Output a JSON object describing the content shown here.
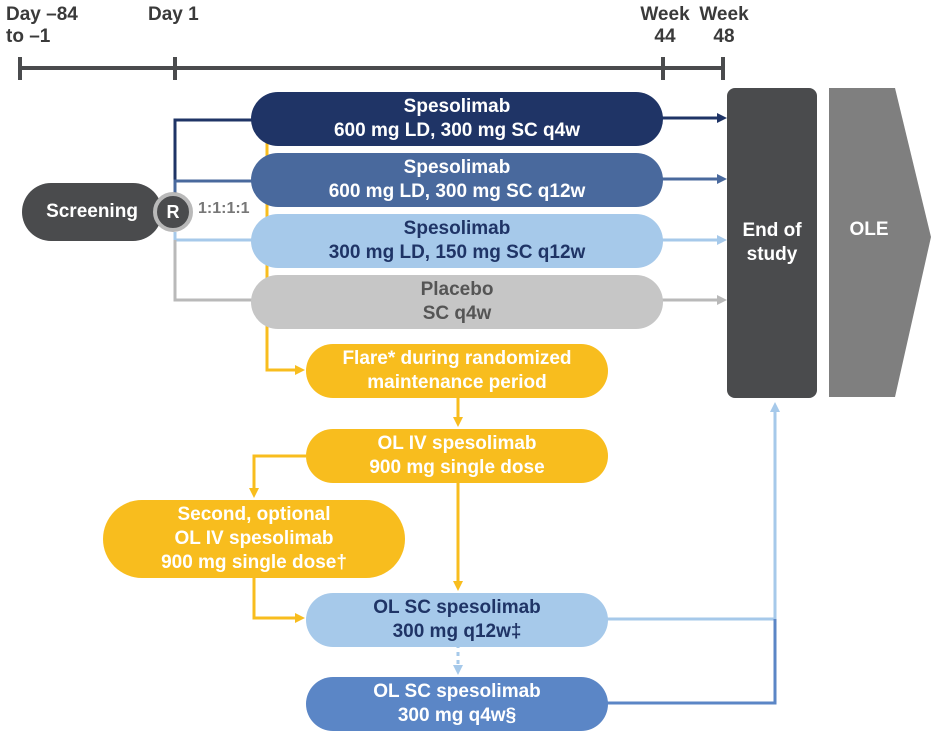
{
  "timeline": {
    "day_minus84": [
      "Day –84",
      "to –1"
    ],
    "day1": [
      "Day 1"
    ],
    "week44": [
      "Week",
      "44"
    ],
    "week48": [
      "Week",
      "48"
    ]
  },
  "screening": "Screening",
  "randomization": {
    "label": "R",
    "ratio": "1:1:1:1"
  },
  "arms": [
    {
      "lines": [
        "Spesolimab",
        "600 mg LD, 300 mg SC q4w"
      ],
      "color": "#1f3466"
    },
    {
      "lines": [
        "Spesolimab",
        "600 mg LD, 300 mg SC q12w"
      ],
      "color": "#49699d"
    },
    {
      "lines": [
        "Spesolimab",
        "300 mg LD, 150 mg SC q12w"
      ],
      "color": "#a6c9ea"
    },
    {
      "lines": [
        "Placebo",
        "SC q4w"
      ],
      "color": "#c6c6c6"
    }
  ],
  "flare": [
    "Flare* during randomized",
    "maintenance period"
  ],
  "ol_iv": [
    "OL IV spesolimab",
    "900 mg single dose"
  ],
  "second_ol_iv": [
    "Second, optional",
    "OL IV spesolimab",
    "900 mg single dose†"
  ],
  "ol_sc_q12w": [
    "OL SC spesolimab",
    "300 mg q12w‡"
  ],
  "ol_sc_q4w": [
    "OL SC spesolimab",
    "300 mg q4w§"
  ],
  "end_of_study": [
    "End of",
    "study"
  ],
  "ole": "OLE",
  "colors": {
    "yellow": "#f8bd1e",
    "dark": "#4a4b4d",
    "navy": "#1f3466",
    "ole": "#7f7f7f"
  }
}
